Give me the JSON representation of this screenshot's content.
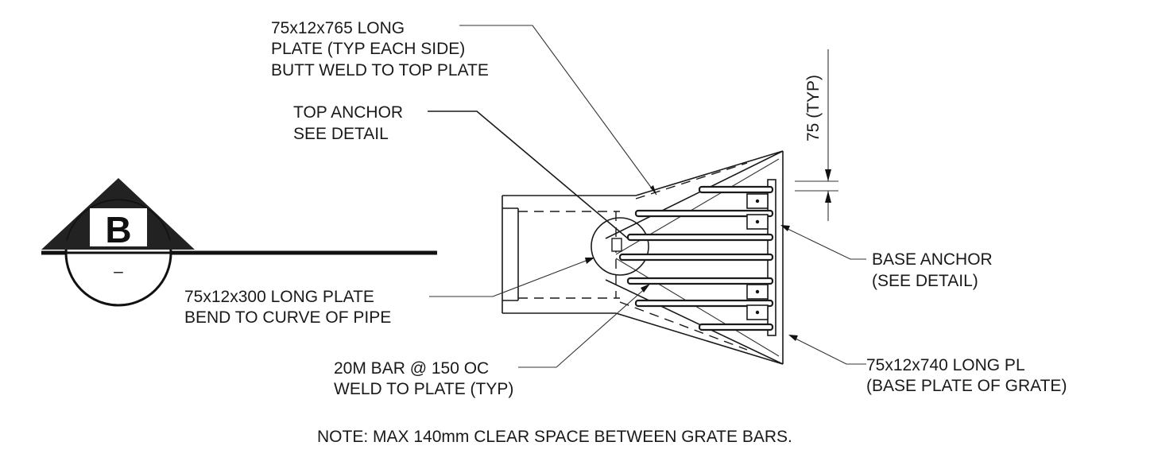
{
  "section_marker": {
    "letter": "B",
    "sheet_ref": "–"
  },
  "callouts": {
    "side_plate": [
      "75x12x765 LONG",
      "PLATE (TYP EACH SIDE)",
      "BUTT WELD TO TOP PLATE"
    ],
    "top_anchor": [
      "TOP ANCHOR",
      "SEE DETAIL"
    ],
    "bend_plate": [
      "75x12x300 LONG PLATE",
      "BEND TO CURVE OF PIPE"
    ],
    "bar": [
      "20M BAR @ 150 OC",
      "WELD TO PLATE (TYP)"
    ],
    "base_anchor": [
      "BASE ANCHOR",
      "(SEE DETAIL)"
    ],
    "base_plate": [
      "75x12x740 LONG PL",
      "(BASE PLATE OF GRATE)"
    ]
  },
  "dimension": {
    "label": "75 (TYP)"
  },
  "note": "NOTE: MAX 140mm CLEAR SPACE BETWEEN GRATE BARS."
}
